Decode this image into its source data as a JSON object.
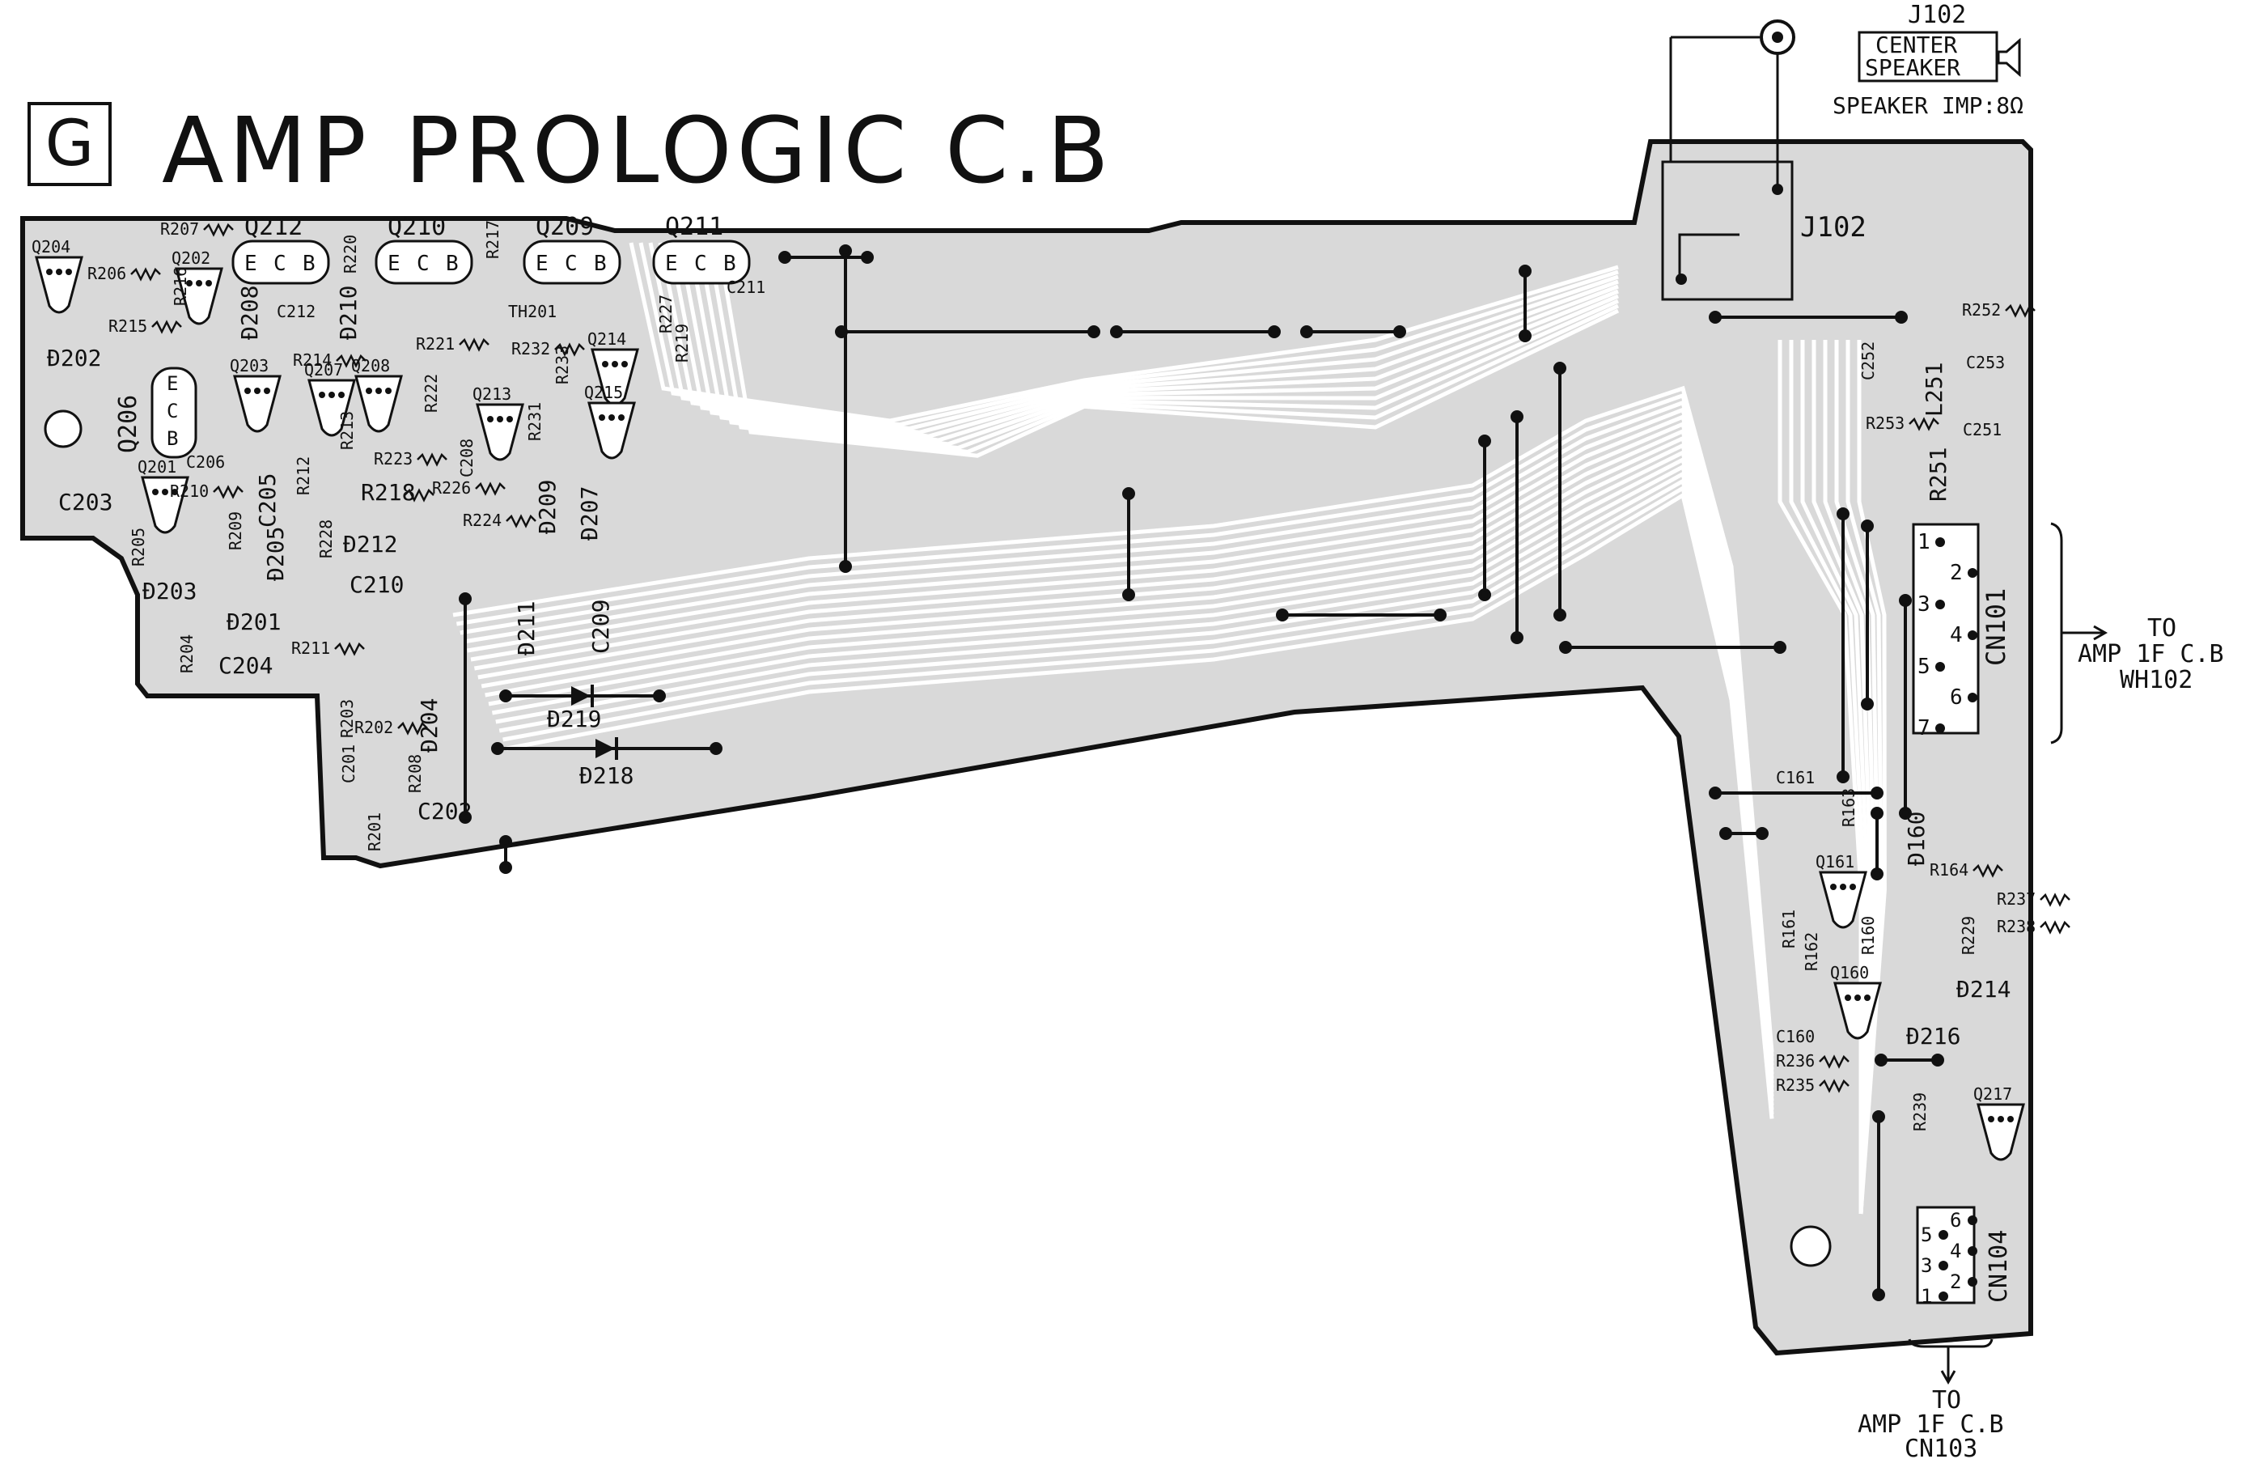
{
  "header": {
    "letter": "G",
    "title": "AMP PROLOGIC C.B"
  },
  "jack": {
    "id": "J102",
    "box_lines": [
      "CENTER",
      "SPEAKER"
    ],
    "impedance": "SPEAKER IMP:8Ω",
    "board_label": "J102"
  },
  "connectors": {
    "cn101": {
      "label": "CN101",
      "pins": [
        "1",
        "2",
        "3",
        "4",
        "5",
        "6",
        "7"
      ],
      "to_lines": [
        "TO",
        "AMP 1F C.B",
        "WH102"
      ]
    },
    "cn104": {
      "label": "CN104",
      "pins": [
        "1",
        "2",
        "3",
        "4",
        "5",
        "6"
      ],
      "to_lines": [
        "TO",
        "AMP 1F C.B",
        "CN103"
      ]
    }
  },
  "transistors": {
    "ecb_groups": [
      {
        "ref": "Q212",
        "pins": [
          "E",
          "C",
          "B"
        ]
      },
      {
        "ref": "Q210",
        "pins": [
          "E",
          "C",
          "B"
        ]
      },
      {
        "ref": "Q209",
        "pins": [
          "E",
          "C",
          "B"
        ]
      },
      {
        "ref": "Q211",
        "pins": [
          "E",
          "C",
          "B"
        ]
      }
    ],
    "q206_pins": [
      "E",
      "C",
      "B"
    ],
    "refs": [
      "Q204",
      "Q202",
      "Q203",
      "Q207",
      "Q208",
      "Q201",
      "Q213",
      "Q214",
      "Q215",
      "Q161",
      "Q160",
      "Q217"
    ]
  },
  "labels": [
    {
      "t": "Q206",
      "k": "q206"
    },
    {
      "t": "R207"
    },
    {
      "t": "R206"
    },
    {
      "t": "R215"
    },
    {
      "t": "R216"
    },
    {
      "t": "Ð202"
    },
    {
      "t": "C212"
    },
    {
      "t": "Ð208"
    },
    {
      "t": "Ð210"
    },
    {
      "t": "R214"
    },
    {
      "t": "R220"
    },
    {
      "t": "R217"
    },
    {
      "t": "TH201"
    },
    {
      "t": "R227"
    },
    {
      "t": "R219"
    },
    {
      "t": "C211"
    },
    {
      "t": "R221"
    },
    {
      "t": "R232"
    },
    {
      "t": "R233"
    },
    {
      "t": "R222"
    },
    {
      "t": "R231"
    },
    {
      "t": "R223"
    },
    {
      "t": "R226"
    },
    {
      "t": "C208"
    },
    {
      "t": "R224"
    },
    {
      "t": "Ð209"
    },
    {
      "t": "Ð207"
    },
    {
      "t": "R218"
    },
    {
      "t": "Ð212"
    },
    {
      "t": "C210"
    },
    {
      "t": "C206"
    },
    {
      "t": "R210"
    },
    {
      "t": "C205"
    },
    {
      "t": "R212"
    },
    {
      "t": "R213"
    },
    {
      "t": "R228"
    },
    {
      "t": "C203"
    },
    {
      "t": "R205"
    },
    {
      "t": "R209"
    },
    {
      "t": "Ð205"
    },
    {
      "t": "Ð203"
    },
    {
      "t": "Ð201"
    },
    {
      "t": "R211"
    },
    {
      "t": "R204"
    },
    {
      "t": "C204"
    },
    {
      "t": "Ð211"
    },
    {
      "t": "C209"
    },
    {
      "t": "Ð219"
    },
    {
      "t": "Ð218"
    },
    {
      "t": "R203"
    },
    {
      "t": "R202"
    },
    {
      "t": "Ð204"
    },
    {
      "t": "C201"
    },
    {
      "t": "R208"
    },
    {
      "t": "C202"
    },
    {
      "t": "R201"
    },
    {
      "t": "R252"
    },
    {
      "t": "C252"
    },
    {
      "t": "C253"
    },
    {
      "t": "L251"
    },
    {
      "t": "R253"
    },
    {
      "t": "C251"
    },
    {
      "t": "R251"
    },
    {
      "t": "C161"
    },
    {
      "t": "R163"
    },
    {
      "t": "Ð160"
    },
    {
      "t": "R164"
    },
    {
      "t": "R237"
    },
    {
      "t": "R238"
    },
    {
      "t": "R229"
    },
    {
      "t": "R161"
    },
    {
      "t": "R162"
    },
    {
      "t": "R160"
    },
    {
      "t": "Ð214"
    },
    {
      "t": "C160"
    },
    {
      "t": "Ð216"
    },
    {
      "t": "R236"
    },
    {
      "t": "R235"
    },
    {
      "t": "R239"
    }
  ],
  "colors": {
    "ink": "#111111",
    "board_fill": "#d9d9d9",
    "trace": "#ffffff",
    "page": "#ffffff"
  }
}
